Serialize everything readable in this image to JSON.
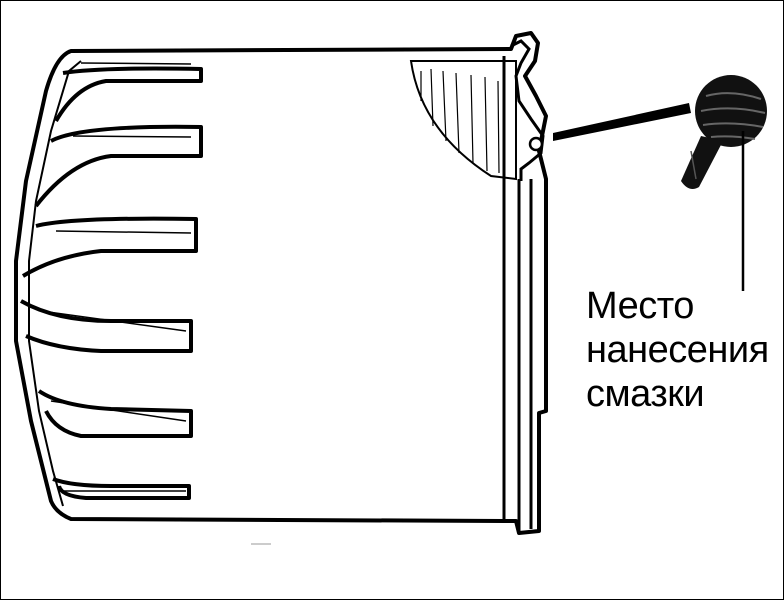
{
  "caption": {
    "line1": "Место",
    "line2": "нанесения",
    "line3": "смазки"
  }
}
